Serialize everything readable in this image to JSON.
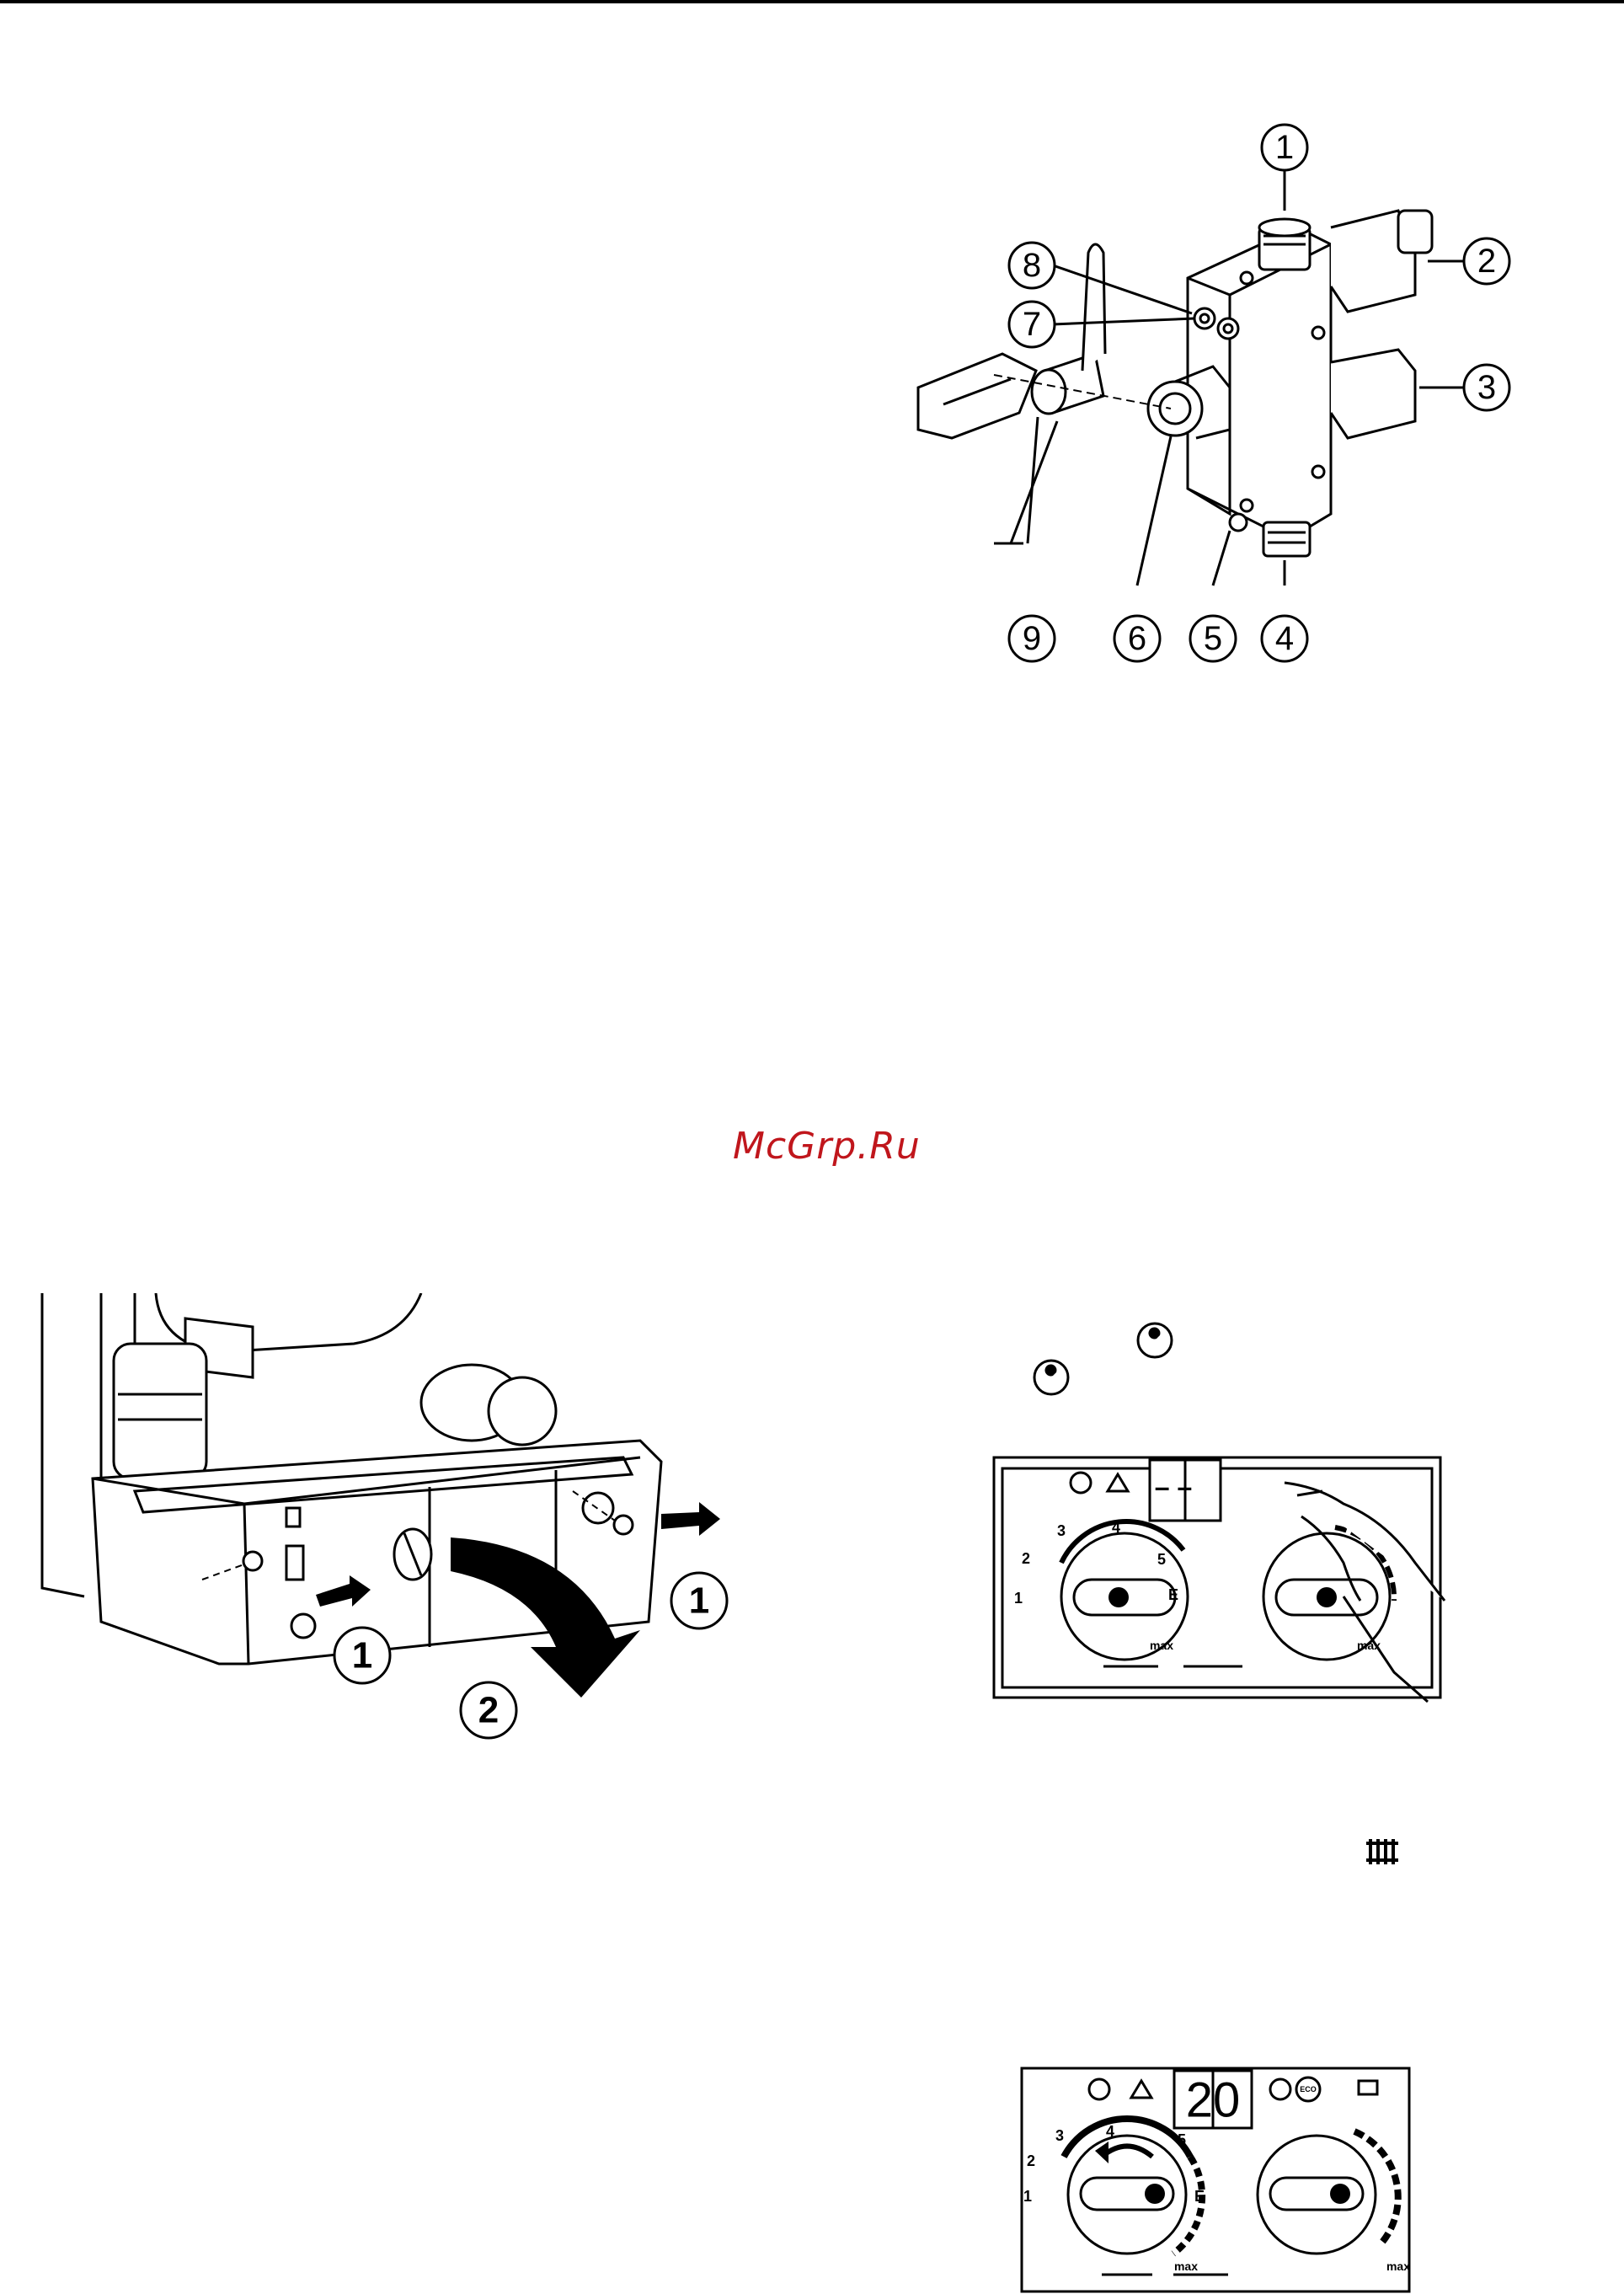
{
  "watermark": "McGrp.Ru",
  "figure_valve": {
    "callouts": [
      "1",
      "2",
      "3",
      "4",
      "5",
      "6",
      "7",
      "8",
      "9"
    ]
  },
  "figure_panel_removal": {
    "callouts": [
      "1",
      "1",
      "2"
    ]
  },
  "figure_control_panel_1": {
    "display": "– –",
    "dial_left_scale": [
      "1",
      "2",
      "3",
      "4",
      "5",
      "E",
      "max"
    ],
    "dial_right_scale": [
      "max"
    ]
  },
  "figure_control_panel_2": {
    "display": "20",
    "dial_left_scale": [
      "1",
      "2",
      "3",
      "4",
      "5",
      "E",
      "max"
    ],
    "dial_right_scale": [
      "max"
    ],
    "eco_label": "ECO"
  },
  "icons": [
    "wrench-icon",
    "radiator-icon",
    "flame-icon",
    "warning-icon",
    "thermometer-icon",
    "tap-icon",
    "eco-icon"
  ]
}
